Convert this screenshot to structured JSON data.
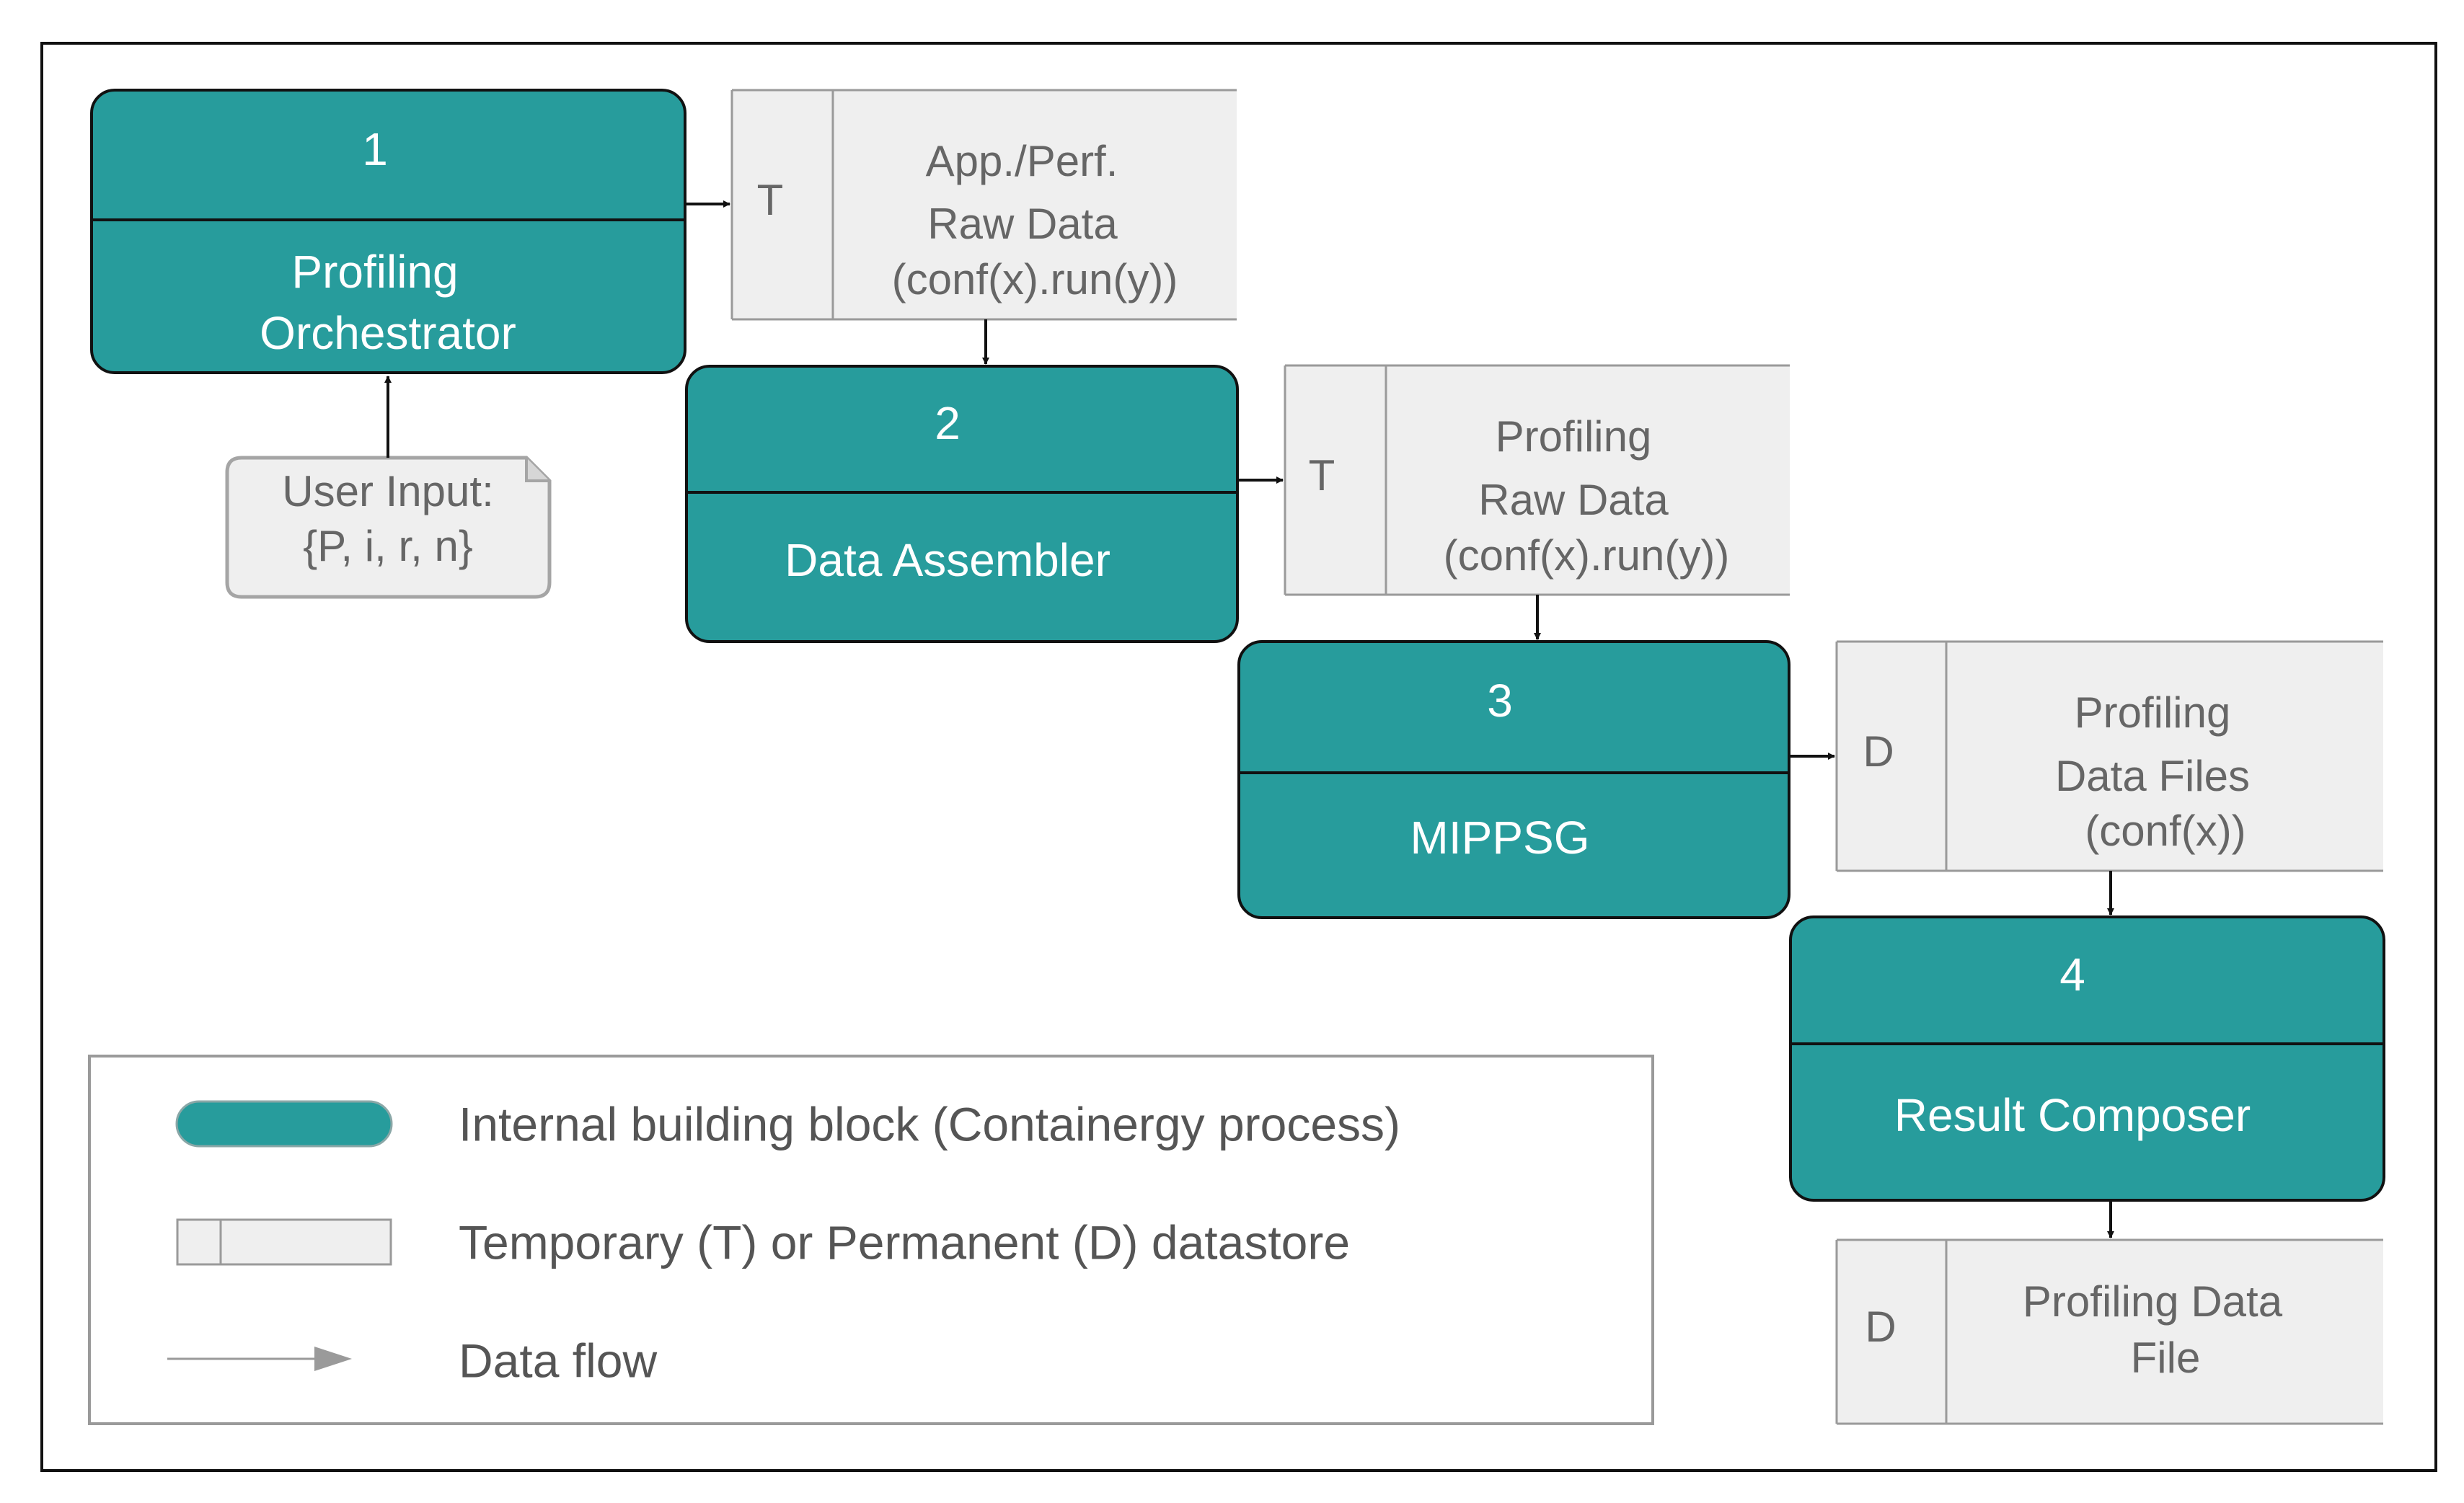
{
  "colors": {
    "process_fill": "#279c9c",
    "process_stroke": "#111111",
    "datastore_fill": "#efefef",
    "datastore_stroke": "#9a9a9a",
    "arrow": "#111111",
    "legend_arrow": "#9a9a9a"
  },
  "processes": [
    {
      "number": "1",
      "label_lines": [
        "Profiling",
        "Orchestrator"
      ]
    },
    {
      "number": "2",
      "label_lines": [
        "Data Assembler"
      ]
    },
    {
      "number": "3",
      "label_lines": [
        "MIPPSG"
      ]
    },
    {
      "number": "4",
      "label_lines": [
        "Result Composer"
      ]
    }
  ],
  "datastores": [
    {
      "type": "T",
      "label_lines": [
        "App./Perf.",
        "Raw Data",
        "(conf(x).run(y))"
      ]
    },
    {
      "type": "T",
      "label_lines": [
        "Profiling",
        "Raw Data",
        "(conf(x).run(y))"
      ]
    },
    {
      "type": "D",
      "label_lines": [
        "Profiling",
        "Data Files",
        "(conf(x))"
      ]
    },
    {
      "type": "D",
      "label_lines": [
        "Profiling Data",
        "File"
      ]
    }
  ],
  "user_input": {
    "label_lines": [
      "User Input:",
      "{P, i, r, n}"
    ]
  },
  "legend": {
    "process_label": "Internal building block (Containergy process)",
    "datastore_label": "Temporary (T) or Permanent (D) datastore",
    "flow_label": "Data flow"
  }
}
